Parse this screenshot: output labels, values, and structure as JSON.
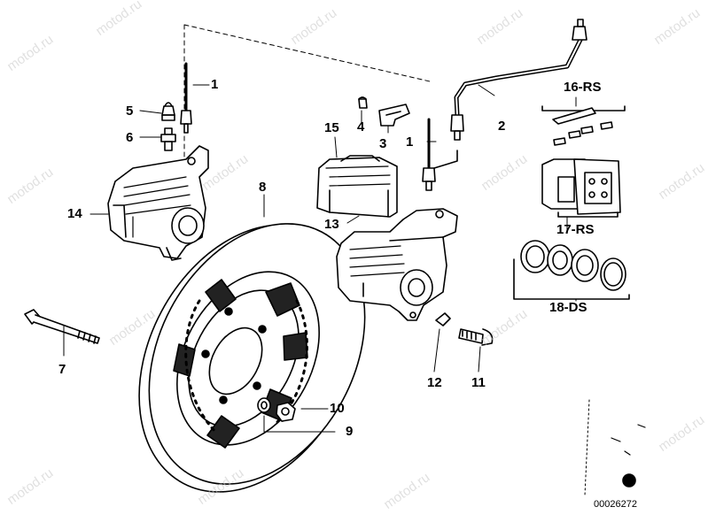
{
  "watermark": "motod.ru",
  "document_number": "00026272",
  "callouts": {
    "c1a": "1",
    "c1b": "1",
    "c2": "2",
    "c3": "3",
    "c4": "4",
    "c5": "5",
    "c6": "6",
    "c7": "7",
    "c8": "8",
    "c9": "9",
    "c10": "10",
    "c11": "11",
    "c12": "12",
    "c13": "13",
    "c14": "14",
    "c15": "15",
    "c16": "16-RS",
    "c17": "17-RS",
    "c18": "18-DS"
  },
  "colors": {
    "ink": "#000000",
    "paper": "#ffffff",
    "watermark": "#c8c8c8"
  }
}
